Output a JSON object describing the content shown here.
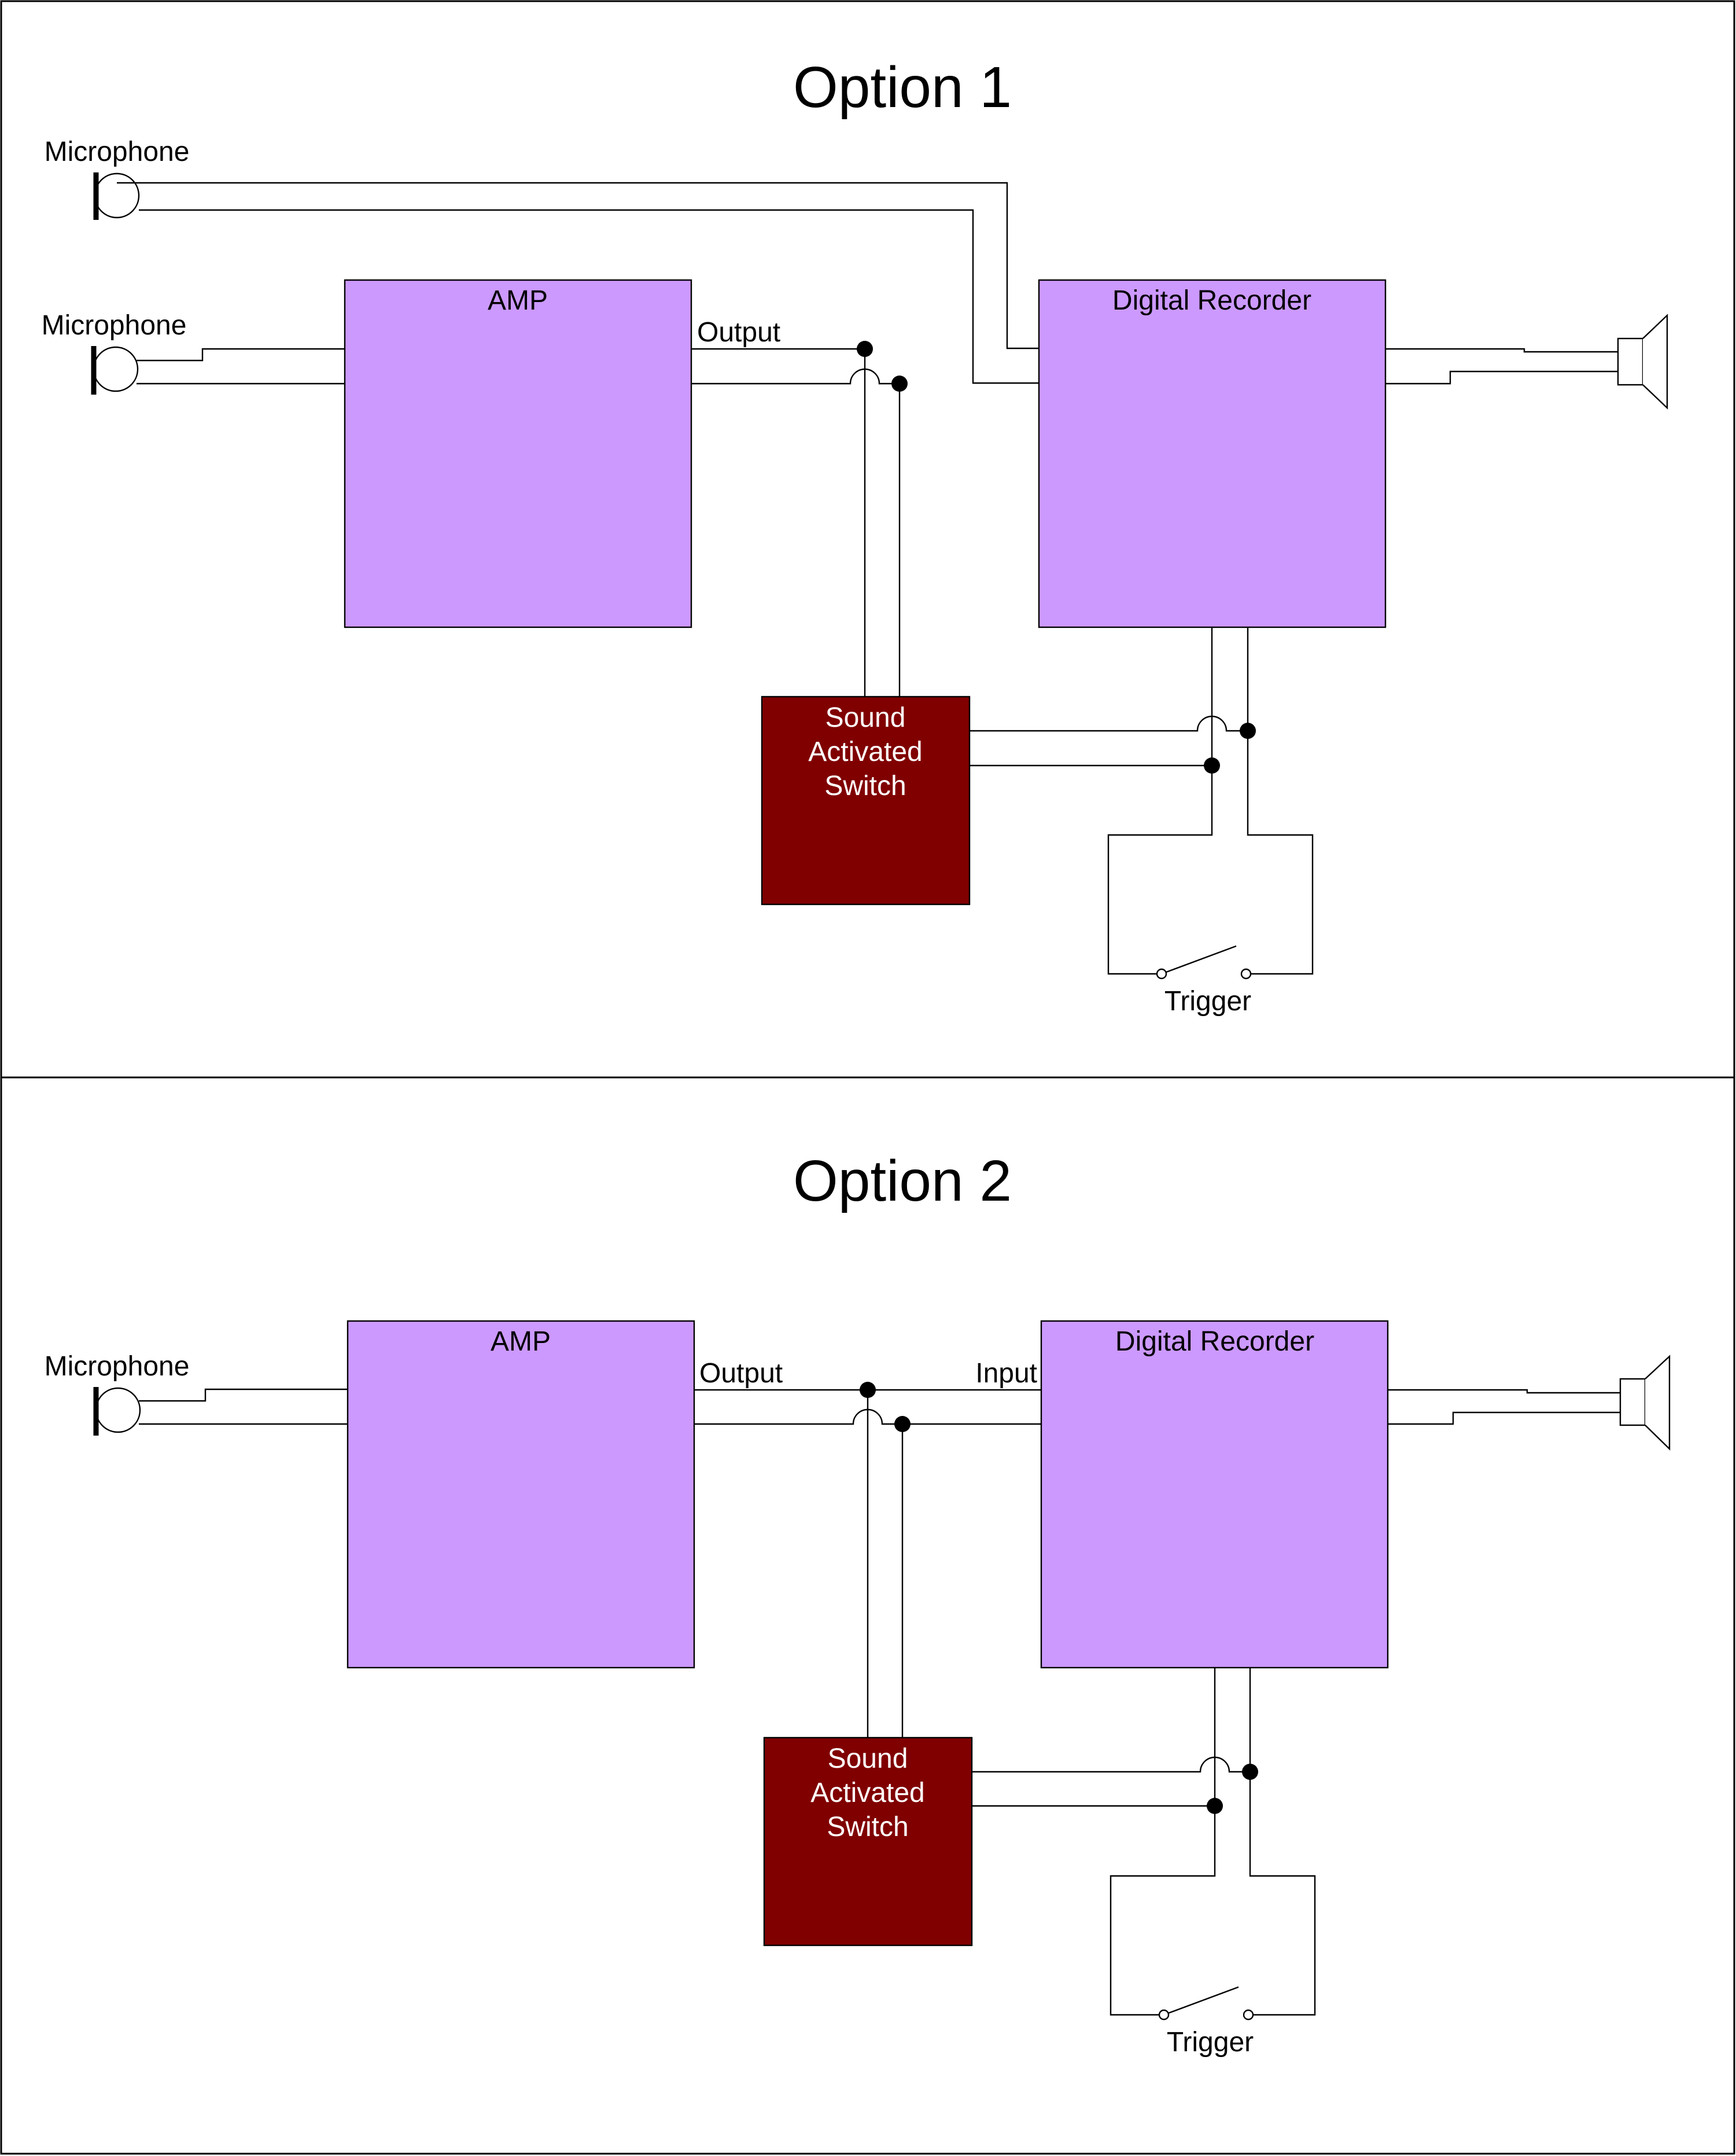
{
  "colors": {
    "amp_fill": "#cc99ff",
    "recorder_fill": "#cc99ff",
    "switch_fill": "#800000",
    "switch_text": "#ffffff",
    "wire": "#000000"
  },
  "option1": {
    "title": "Option 1",
    "microphone_top_label": "Microphone",
    "microphone_label": "Microphone",
    "amp_label": "AMP",
    "output_label": "Output",
    "recorder_label": "Digital Recorder",
    "switch_lines": [
      "Sound",
      "Activated",
      "Switch"
    ],
    "trigger_label": "Trigger",
    "speaker_icon": "speaker-icon"
  },
  "option2": {
    "title": "Option 2",
    "microphone_label": "Microphone",
    "amp_label": "AMP",
    "output_label": "Output",
    "input_label": "Input",
    "recorder_label": "Digital Recorder",
    "switch_lines": [
      "Sound",
      "Activated",
      "Switch"
    ],
    "trigger_label": "Trigger",
    "speaker_icon": "speaker-icon"
  }
}
